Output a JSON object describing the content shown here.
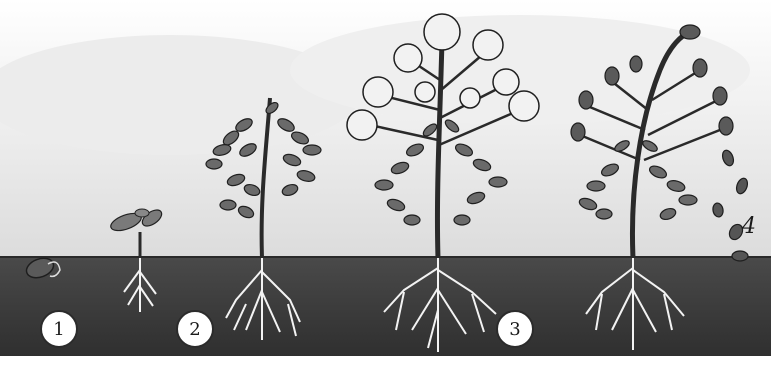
{
  "labels": {
    "stage1": "1",
    "stage2": "2",
    "stage3": "3",
    "stage4": "4"
  },
  "stages": [
    {
      "id": "stage-1",
      "depicts": "seed"
    },
    {
      "id": "stage-2",
      "depicts": "seedling"
    },
    {
      "id": "stage-2b",
      "depicts": "young-plant"
    },
    {
      "id": "stage-3",
      "depicts": "flowering-plant"
    },
    {
      "id": "stage-4",
      "depicts": "fruiting-plant-dropping-seeds"
    }
  ],
  "colors": {
    "soil": "#3f3f3f",
    "sky": "#e8e8e8",
    "plant_stroke": "#2a2a2a",
    "leaf_fill": "#6d6d6d",
    "flower_fill": "#f2f2f2",
    "root": "#f5f5f5"
  }
}
